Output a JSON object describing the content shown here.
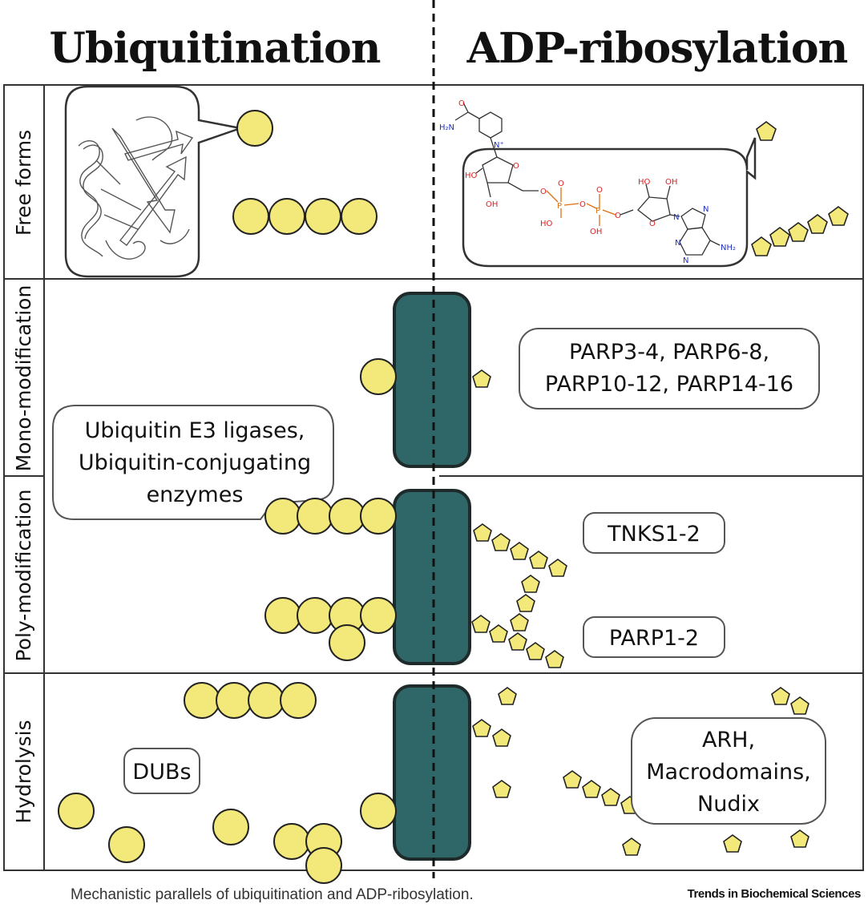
{
  "headers": {
    "left": "Ubiquitination",
    "right": "ADP-ribosylation"
  },
  "rows": {
    "free": "Free forms",
    "mono": "Mono-modification",
    "poly": "Poly-modification",
    "hydro": "Hydrolysis"
  },
  "enzymes": {
    "e3": [
      "Ubiquitin E3 ligases,",
      "Ubiquitin-conjugating",
      "enzymes"
    ],
    "parp_mono": [
      "PARP3-4, PARP6-8,",
      "PARP10-12, PARP14-16"
    ],
    "tnks": "TNKS1-2",
    "parp12": "PARP1-2",
    "dubs": "DUBs",
    "arh": [
      "ARH,",
      "Macrodomains,",
      "Nudix"
    ]
  },
  "nad_atoms": {
    "h2n": "H₂N",
    "o_amide": "O",
    "n_plus": "N⁺",
    "ho1": "HO",
    "oh1": "OH",
    "ho2": "HO",
    "oh2": "OH",
    "ho_p1": "HO",
    "oh_p2": "OH",
    "p1": "P",
    "p2": "P",
    "o_ribose1": "O",
    "o_bridge1": "O",
    "o_bridge2": "O",
    "o_bridge3": "O",
    "o_p1": "O",
    "o_p2": "O",
    "o_ribose2": "O",
    "n9": "N",
    "n7": "N",
    "n1": "N",
    "n3": "N",
    "nh2": "NH₂"
  },
  "caption": "Mechanistic parallels of ubiquitination and ADP-ribosylation.",
  "brand": "Trends in Biochemical Sciences",
  "colors": {
    "ubiquitin": "#f2e97a",
    "membrane": "#2f6668",
    "phosphate": "#e07010",
    "oxygen": "#e02020",
    "nitrogen": "#2030c0"
  }
}
